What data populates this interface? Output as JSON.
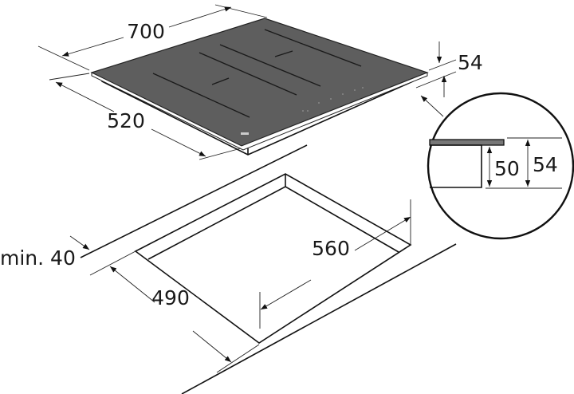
{
  "diagram": {
    "hob": {
      "width_label": "700",
      "depth_label": "520",
      "height_label": "54"
    },
    "detail": {
      "inner_height_label": "50",
      "total_height_label": "54"
    },
    "cutout": {
      "width_label": "560",
      "depth_label": "490",
      "min_distance_label": "min. 40"
    },
    "colors": {
      "glass": "#5e5e5e",
      "line": "#111111"
    }
  }
}
